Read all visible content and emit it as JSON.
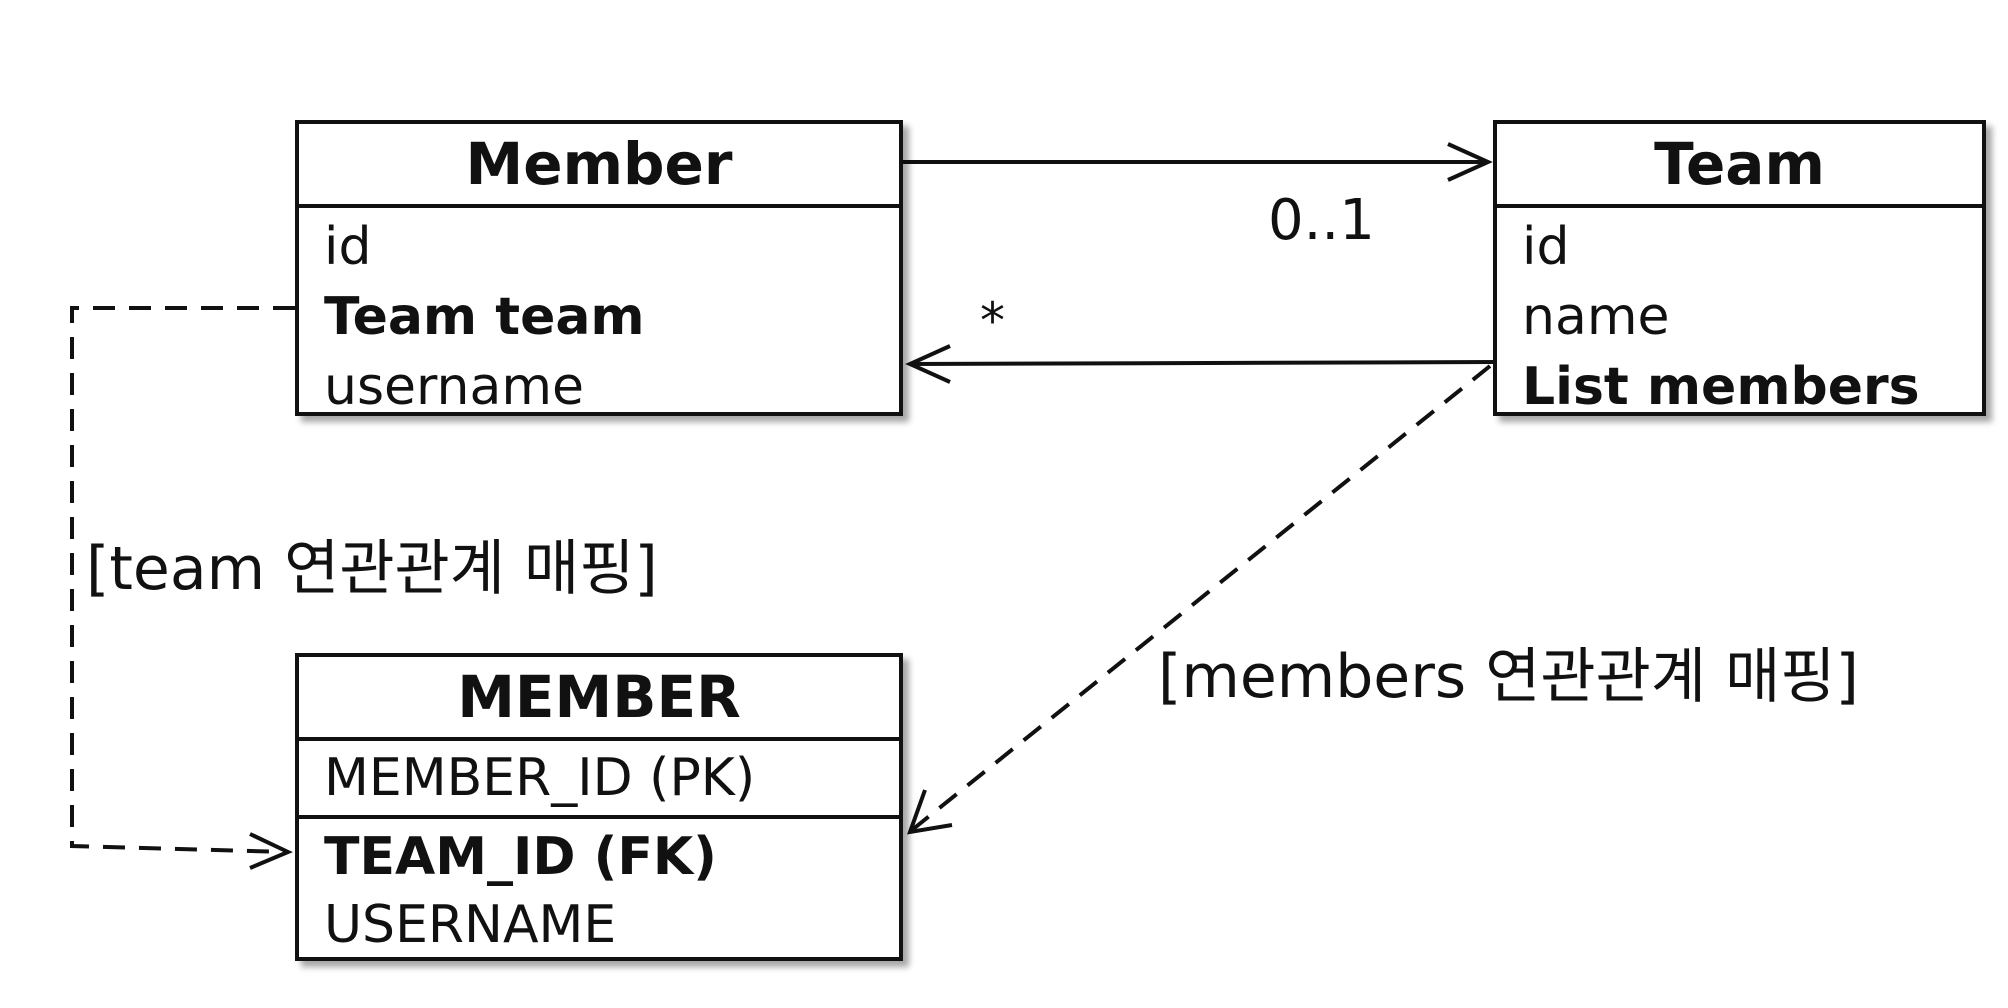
{
  "member_class": {
    "title": "Member",
    "fields": [
      {
        "text": "id",
        "bold": false
      },
      {
        "text": "Team team",
        "bold": true
      },
      {
        "text": "username",
        "bold": false
      }
    ]
  },
  "team_class": {
    "title": "Team",
    "fields": [
      {
        "text": "id",
        "bold": false
      },
      {
        "text": "name",
        "bold": false
      },
      {
        "text": "List members",
        "bold": true
      }
    ]
  },
  "member_table": {
    "title": "MEMBER",
    "pk": "MEMBER_ID (PK)",
    "fk": "TEAM_ID (FK)",
    "col": "USERNAME"
  },
  "multiplicity": {
    "to_team": "0..1",
    "to_member": "*"
  },
  "labels": {
    "team_mapping": "[team 연관관계 매핑]",
    "members_mapping": "[members 연관관계 매핑]"
  }
}
